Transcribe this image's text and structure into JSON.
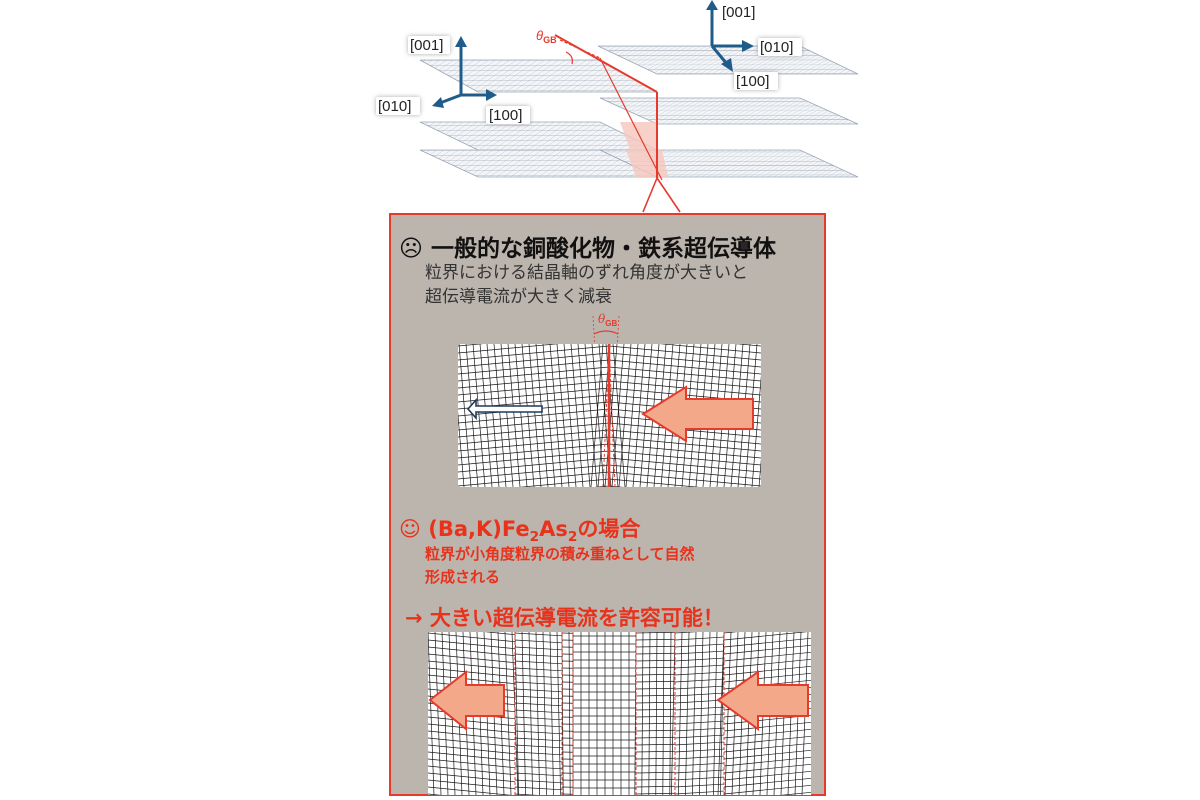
{
  "top_diagram": {
    "left_axes": {
      "z": "[001]",
      "y": "[010]",
      "x": "[100]"
    },
    "right_axes": {
      "z": "[001]",
      "y": "[010]",
      "x": "[100]"
    },
    "angle_label": "θ",
    "angle_subscript": "GB"
  },
  "panel": {
    "sad_icon": "☹",
    "sad_title": "一般的な銅酸化物・鉄系超伝導体",
    "sad_line1": "粒界における結晶軸のずれ角度が大きいと",
    "sad_line2": "超伝導電流が大きく減衰",
    "theta_label": "θ",
    "theta_subscript": "GB",
    "happy_icon": "☺",
    "happy_title_prefix": "(Ba,K)Fe",
    "happy_sub1": "2",
    "happy_mid": "As",
    "happy_sub2": "2",
    "happy_title_suffix": "の場合",
    "happy_line1": "粒界が小角度粒界の積み重ねとして自然",
    "happy_line2": "形成される",
    "conclusion": "→ 大きい超伝導電流を許容可能！"
  },
  "colors": {
    "accent_red": "#e53a2c",
    "arrow_fill": "#f4a88a",
    "panel_bg": "#bcb5ad",
    "axis_blue": "#1f5c8a"
  }
}
